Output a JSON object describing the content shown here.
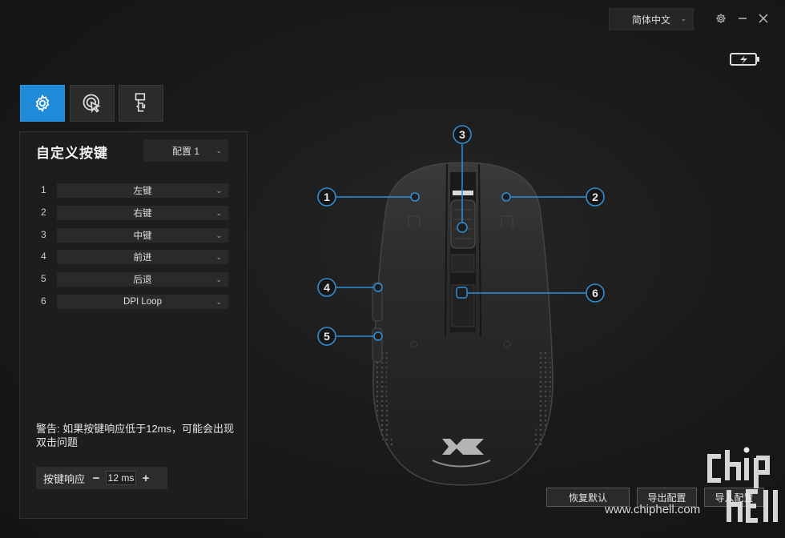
{
  "titlebar": {
    "language": "简体中文",
    "settings_icon": "gear-icon",
    "minimize_icon": "minimize-icon",
    "close_icon": "close-icon"
  },
  "battery_icon": "battery-charging-icon",
  "tabs": [
    {
      "icon": "gear-icon",
      "active": true
    },
    {
      "icon": "cursor-click-icon",
      "active": false
    },
    {
      "icon": "macro-hand-icon",
      "active": false
    }
  ],
  "panel": {
    "title": "自定义按键",
    "profile": "配置 1",
    "rows": [
      {
        "num": "1",
        "value": "左键"
      },
      {
        "num": "2",
        "value": "右键"
      },
      {
        "num": "3",
        "value": "中键"
      },
      {
        "num": "4",
        "value": "前进"
      },
      {
        "num": "5",
        "value": "后退"
      },
      {
        "num": "6",
        "value": "DPI Loop"
      }
    ],
    "warning": "警告: 如果按键响应低于12ms，可能会出现双击问题",
    "debounce": {
      "label": "按键响应",
      "minus": "−",
      "value": "12 ms",
      "plus": "+"
    }
  },
  "mouse_callouts": [
    "1",
    "2",
    "3",
    "4",
    "5",
    "6"
  ],
  "bottom_buttons": {
    "restore": "恢复默认",
    "export": "导出配置",
    "import": "导入配置"
  },
  "watermark": {
    "url": "www.chiphell.com",
    "logo": "chiphell-logo"
  },
  "colors": {
    "accent": "#1f8ad8",
    "callout": "#2f8fd8",
    "background": "#1a1a1a"
  }
}
